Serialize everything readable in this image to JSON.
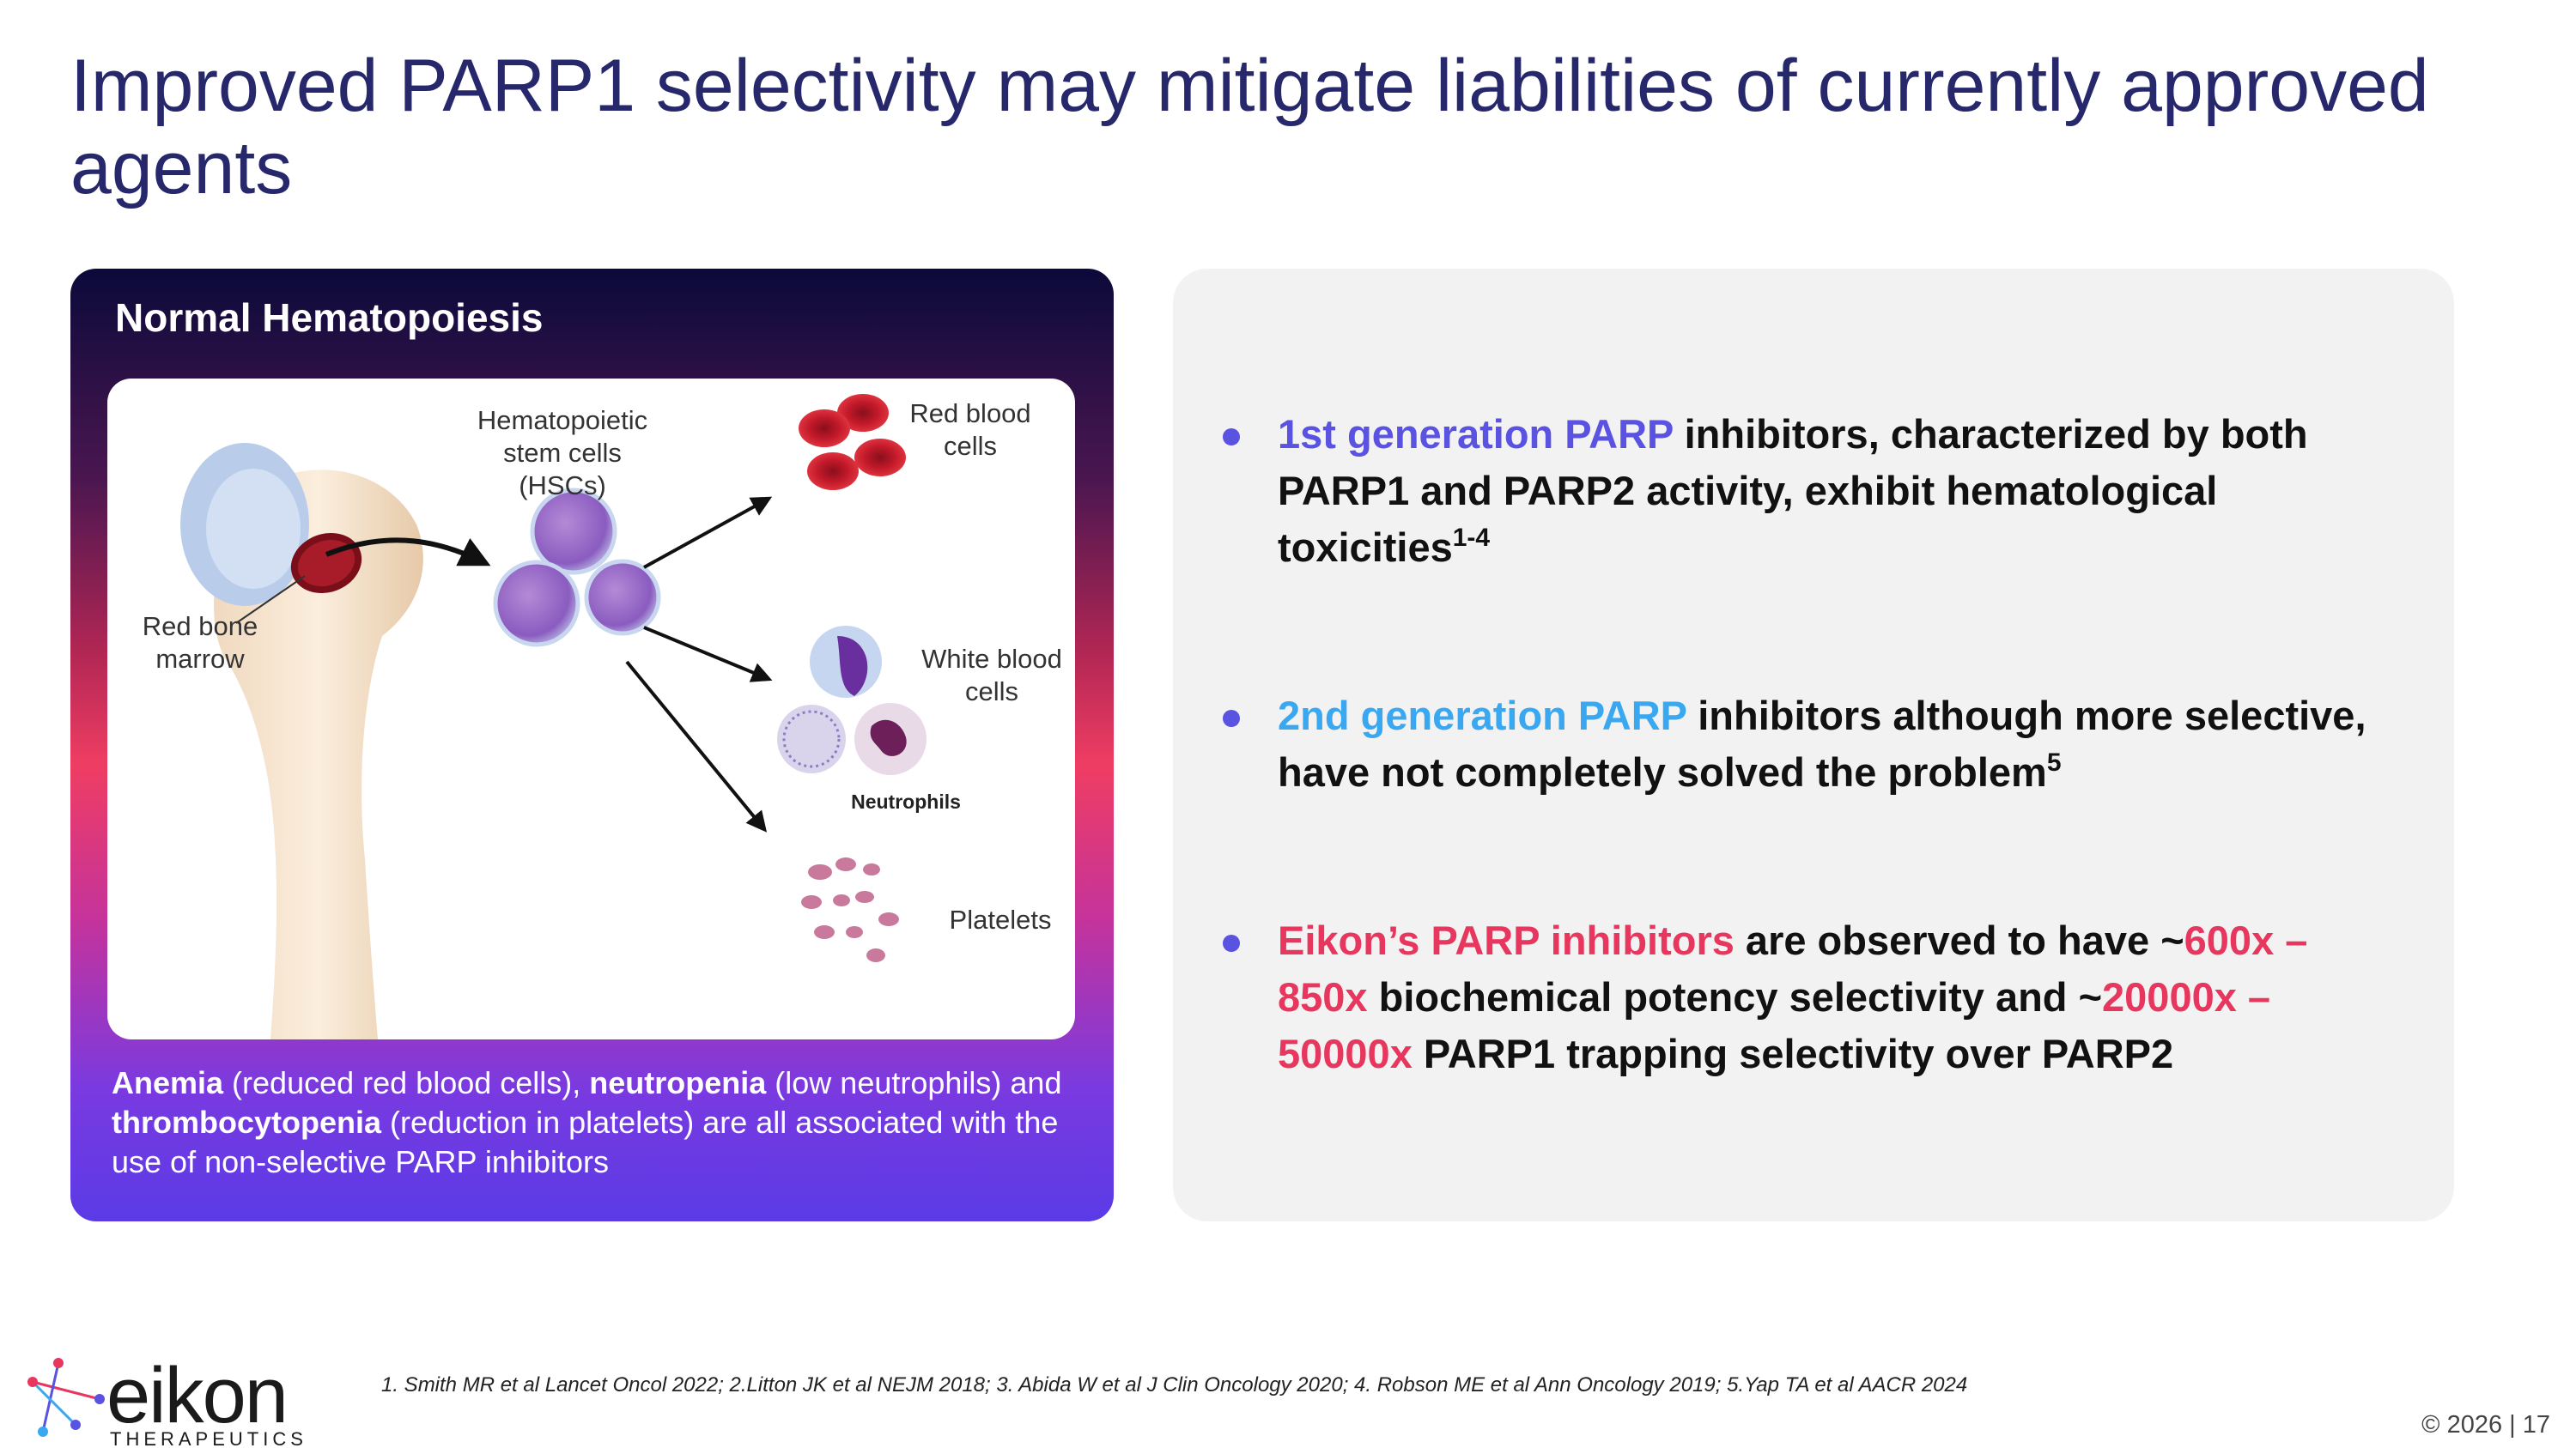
{
  "title": "Improved PARP1 selectivity may mitigate liabilities of currently approved agents",
  "left_card": {
    "heading": "Normal Hematopoiesis",
    "labels": {
      "hsc": "Hematopoietic stem cells (HSCs)",
      "rbc": "Red blood cells",
      "marrow": "Red bone marrow",
      "wbc": "White blood cells",
      "neutrophils": "Neutrophils",
      "platelets": "Platelets"
    },
    "caption": {
      "anemia": "Anemia",
      "anemia_desc": " (reduced red blood cells), ",
      "neutropenia": "neutropenia",
      "neutropenia_desc": " (low neutrophils) and ",
      "thrombocytopenia": "thrombocytopenia",
      "rest": " (reduction in platelets) are all associated with the use of non-selective PARP inhibitors"
    }
  },
  "bullets": [
    {
      "highlight": "1st generation PARP",
      "text": " inhibitors, characterized by both PARP1 and PARP2 activity, exhibit hematological toxicities",
      "sup": "1-4"
    },
    {
      "highlight": "2nd generation PARP",
      "text": " inhibitors although more selective, have not completely solved the problem",
      "sup": "5"
    },
    {
      "highlight": "Eikon’s PARP inhibitors",
      "text1": " are observed to have ~",
      "val1": "600x – 850x",
      "text2": " biochemical potency selectivity and ~",
      "val2": "20000x – 50000x",
      "text3": " PARP1 trapping selectivity over PARP2"
    }
  ],
  "logo": {
    "word": "eikon",
    "sub": "THERAPEUTICS"
  },
  "references": "1. Smith MR et al Lancet Oncol 2022; 2.Litton JK et al NEJM 2018; 3. Abida W et al J Clin Oncology 2020; 4. Robson ME et al Ann Oncology 2019; 5.Yap TA et al AACR 2024",
  "footer": "© 2026 | 17",
  "colors": {
    "title": "#26286b",
    "purple": "#5a52e0",
    "blue": "#3aa8f0",
    "pink": "#e8375e"
  }
}
